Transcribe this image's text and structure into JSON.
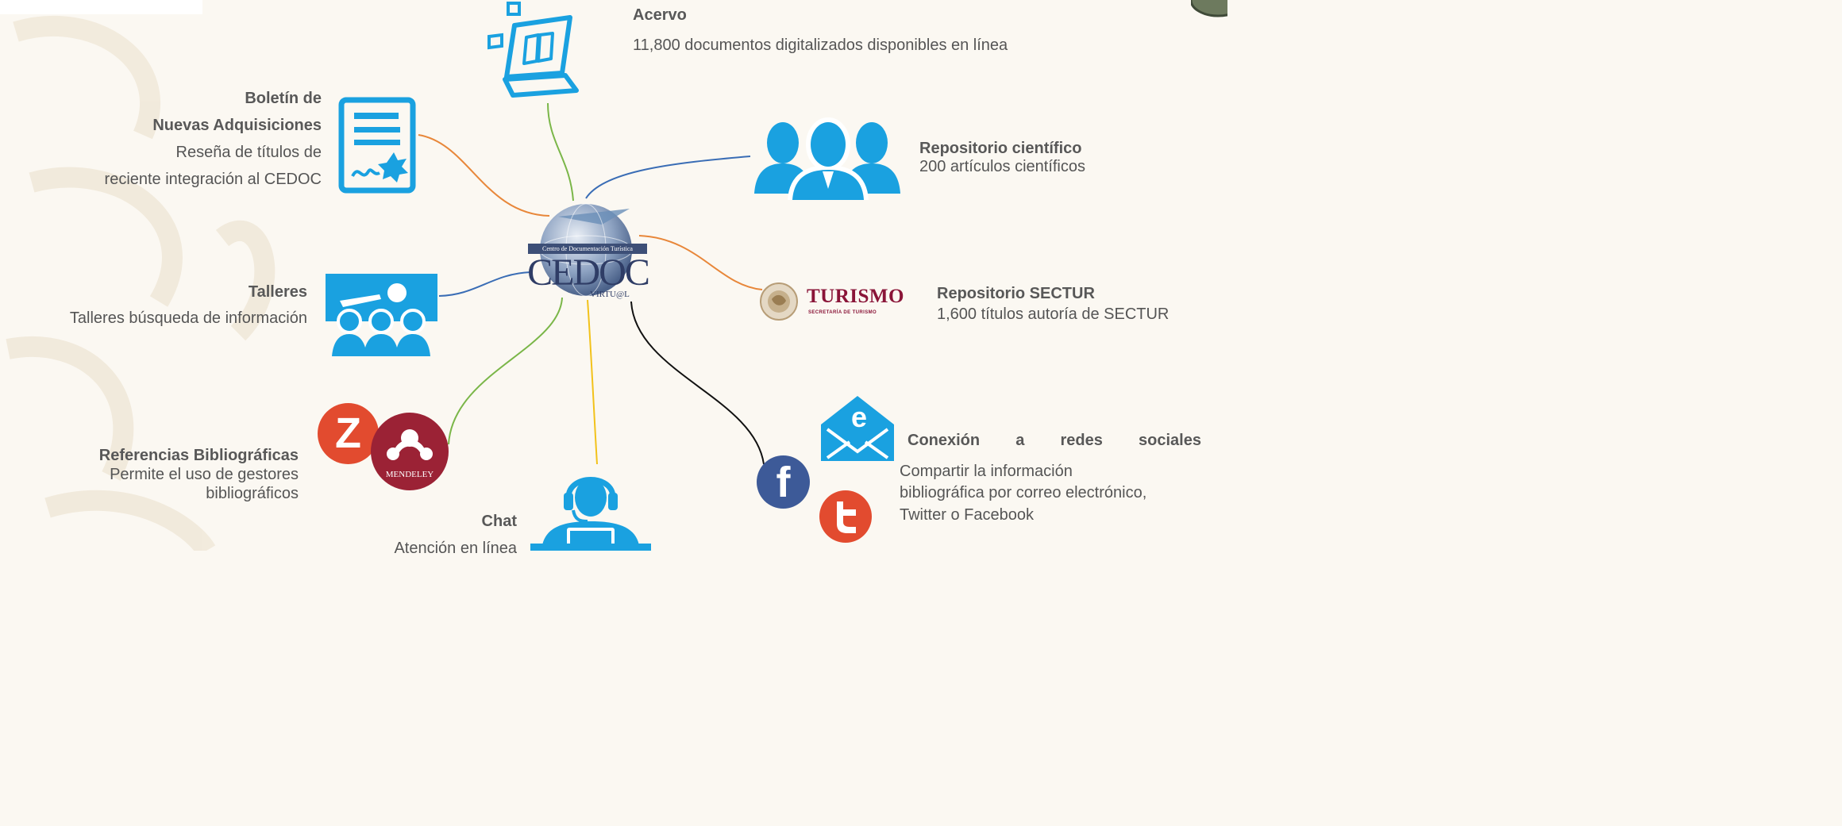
{
  "center": {
    "top": "Centro de Documentación Turística",
    "main": "CEDOC",
    "sub": "VIRTU@L"
  },
  "nodes": {
    "acervo": {
      "title": "Acervo",
      "desc": "11,800 documentos digitalizados disponibles en línea"
    },
    "boletin": {
      "title1": "Boletín de",
      "title2": "Nuevas Adquisiciones",
      "desc1": "Reseña de títulos de",
      "desc2": "reciente integración al CEDOC"
    },
    "repositorio_cientifico": {
      "title": "Repositorio científico",
      "desc": "200 artículos científicos"
    },
    "talleres": {
      "title": "Talleres",
      "desc": "Talleres búsqueda de información"
    },
    "repositorio_sectur": {
      "title": "Repositorio SECTUR",
      "desc": "1,600 títulos autoría de SECTUR"
    },
    "referencias": {
      "title": "Referencias Bibliográficas",
      "desc1": "Permite el uso de gestores",
      "desc2": "bibliográficos"
    },
    "chat": {
      "title": "Chat",
      "desc": "Atención en línea"
    },
    "conexion": {
      "title": "Conexión a redes sociales",
      "desc1": "Compartir la información",
      "desc2": "bibliográfica por correo electrónico,",
      "desc3": "Twitter o Facebook"
    }
  },
  "logos": {
    "turismo": "TURISMO",
    "sectur_sub": "SECRETARÍA DE TURISMO",
    "mendeley": "MENDELEY",
    "zotero": "Z",
    "email": "e",
    "facebook": "f"
  },
  "colors": {
    "icon_blue": "#1aa1e0",
    "line_green": "#7ab648",
    "line_blue": "#3a6db5",
    "line_orange": "#e8873a",
    "line_yellow": "#f2c21b",
    "line_black": "#111111",
    "turismo": "#8a1538"
  }
}
